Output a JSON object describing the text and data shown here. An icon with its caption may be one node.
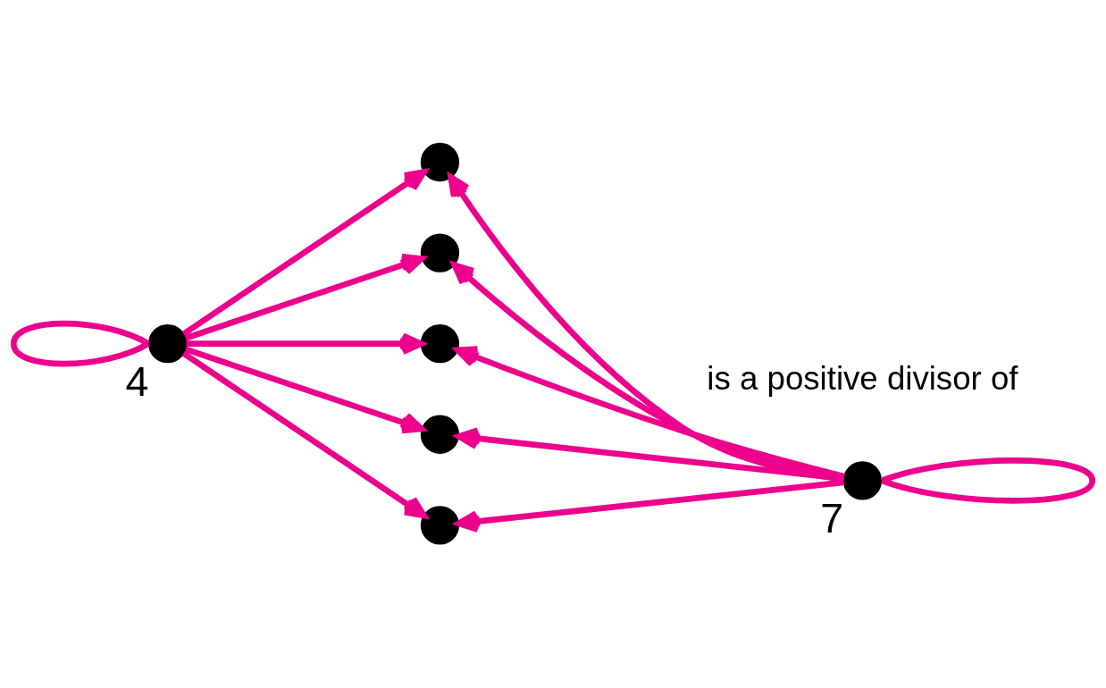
{
  "diagram": {
    "nodes": [
      {
        "text": [],
        "shape": "circle",
        "beside": [
          "4"
        ]
      },
      {
        "text": [],
        "shape": "circle"
      },
      {
        "text": [],
        "shape": "circle"
      },
      {
        "text": [],
        "shape": "circle"
      },
      {
        "text": [],
        "shape": "circle"
      },
      {
        "text": [],
        "shape": "circle"
      },
      {
        "text": [],
        "shape": "circle",
        "beside": [
          "7"
        ]
      }
    ],
    "edges": [
      {
        "from": 0,
        "to": 0,
        "arrow": "none"
      },
      {
        "from": 0,
        "to": 1,
        "arrow": "to"
      },
      {
        "from": 0,
        "to": 2,
        "arrow": "to"
      },
      {
        "from": 0,
        "to": 3,
        "arrow": "to"
      },
      {
        "from": 0,
        "to": 4,
        "arrow": "to"
      },
      {
        "from": 0,
        "to": 5,
        "arrow": "to"
      },
      {
        "from": 6,
        "to": 1,
        "arrow": "to"
      },
      {
        "from": 6,
        "to": 2,
        "arrow": "to"
      },
      {
        "from": 6,
        "to": 3,
        "arrow": "to"
      },
      {
        "from": 6,
        "to": 4,
        "arrow": "to"
      },
      {
        "from": 6,
        "to": 5,
        "arrow": "to"
      },
      {
        "from": 6,
        "to": 6,
        "arrow": "none"
      }
    ],
    "legend": [
      {
        "text": "is a positive divisor of"
      }
    ]
  }
}
